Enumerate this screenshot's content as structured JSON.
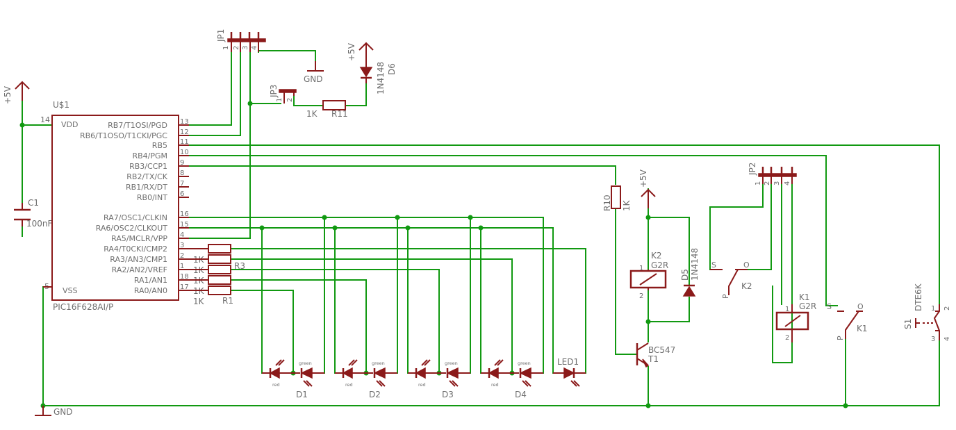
{
  "supply": {
    "vplus": "+5V",
    "gnd": "GND"
  },
  "mcu": {
    "ref": "U$1",
    "part": "PIC16F628AI/P",
    "vdd": {
      "name": "VDD",
      "num": "14"
    },
    "vss": {
      "name": "VSS",
      "num": "5"
    },
    "pins": [
      {
        "name": "RB7/T1OSI/PGD",
        "num": "13"
      },
      {
        "name": "RB6/T1OSO/T1CKI/PGC",
        "num": "12"
      },
      {
        "name": "RB5",
        "num": "11"
      },
      {
        "name": "RB4/PGM",
        "num": "10"
      },
      {
        "name": "RB3/CCP1",
        "num": "9"
      },
      {
        "name": "RB2/TX/CK",
        "num": "8"
      },
      {
        "name": "RB1/RX/DT",
        "num": "7"
      },
      {
        "name": "RB0/INT",
        "num": "6"
      },
      {
        "name": "RA7/OSC1/CLKIN",
        "num": "16"
      },
      {
        "name": "RA6/OSC2/CLKOUT",
        "num": "15"
      },
      {
        "name": "RA5/MCLR/VPP",
        "num": "4"
      },
      {
        "name": "RA4/T0CKI/CMP2",
        "num": "3"
      },
      {
        "name": "RA3/AN3/CMP1",
        "num": "2"
      },
      {
        "name": "RA2/AN2/VREF",
        "num": "1"
      },
      {
        "name": "RA1/AN1",
        "num": "18"
      },
      {
        "name": "RA0/AN0",
        "num": "17"
      }
    ]
  },
  "c1": {
    "ref": "C1",
    "value": "100nF"
  },
  "jp1": {
    "ref": "JP1",
    "pins": [
      "1",
      "2",
      "3",
      "4"
    ]
  },
  "jp2": {
    "ref": "JP2",
    "pins": [
      "1",
      "2",
      "3",
      "4"
    ]
  },
  "jp3": {
    "ref": "JP3",
    "pins": [
      "1",
      "2"
    ]
  },
  "r11": {
    "ref": "R11",
    "value": "1K"
  },
  "d6": {
    "ref": "D6",
    "value": "1N4148"
  },
  "resistor_bank": {
    "values": [
      "1K",
      "1K",
      "1K",
      "1K",
      "1K"
    ],
    "ref_top": "R3",
    "ref_bottom": "R1"
  },
  "led_pairs": [
    {
      "ref": "D1",
      "red": "red",
      "green": "green"
    },
    {
      "ref": "D2",
      "red": "red",
      "green": "green"
    },
    {
      "ref": "D3",
      "red": "red",
      "green": "green"
    },
    {
      "ref": "D4",
      "red": "red",
      "green": "green"
    }
  ],
  "led1": {
    "ref": "LED1"
  },
  "r10": {
    "ref": "R10",
    "value": "1K"
  },
  "k2": {
    "ref": "K2",
    "value": "G2R",
    "pin1": "1",
    "pin2": "2",
    "contact_s": "S",
    "contact_o": "O",
    "contact_p": "P"
  },
  "k1": {
    "ref": "K1",
    "value": "G2R",
    "pin1": "1",
    "pin2": "2",
    "contact_s": "S",
    "contact_o": "O",
    "contact_p": "P"
  },
  "d5": {
    "ref": "D5",
    "value": "1N4148"
  },
  "t1": {
    "ref": "T1",
    "value": "BC547"
  },
  "s1": {
    "ref": "S1",
    "value": "DTE6K",
    "pins": [
      "1",
      "2",
      "3",
      "4"
    ]
  }
}
